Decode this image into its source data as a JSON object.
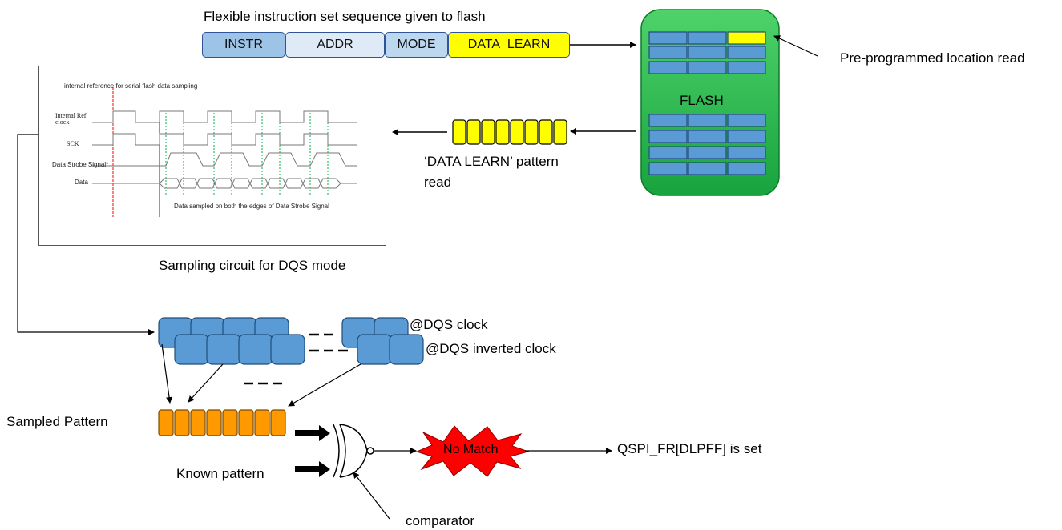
{
  "diagram": {
    "title": "Flexible instruction set sequence given to flash",
    "sequence": [
      {
        "label": "INSTR",
        "color": "#9dc3e6"
      },
      {
        "label": "ADDR",
        "color": "#deebf7"
      },
      {
        "label": "MODE",
        "color": "#bdd7ee"
      },
      {
        "label": "DATA_LEARN",
        "color": "#ffff00"
      }
    ],
    "flash": {
      "label": "FLASH",
      "color": "#22b04a"
    },
    "preprogrammed_label": "Pre-programmed location read",
    "pattern_read_label_line1": "‘DATA LEARN’ pattern",
    "pattern_read_label_line2": "read",
    "timing": {
      "title": "internal reference for serial flash data sampling",
      "signals": [
        "Internal Ref clock",
        "SCK",
        "Data Strobe Signal*",
        "Data"
      ],
      "caption": "Data sampled on both the edges of Data Strobe Signal"
    },
    "sampling_caption": "Sampling circuit for DQS mode",
    "dqs_clock_label": "@DQS clock",
    "dqs_inverted_label": "@DQS inverted clock",
    "sampled_pattern_label": "Sampled Pattern",
    "known_pattern_label": "Known pattern",
    "comparator_label": "comparator",
    "no_match_label": "No Match",
    "result_label": "QSPI_FR[DLPFF] is set"
  },
  "colors": {
    "cell_blue": "#5b9bd5",
    "cell_border": "#1f4e79",
    "yellow": "#ffff00",
    "orange": "#ff9900",
    "flash_green": "#22b04a",
    "no_match_red": "#ff0000",
    "strobe_green": "#00b050",
    "ref_red": "#ff0000"
  }
}
